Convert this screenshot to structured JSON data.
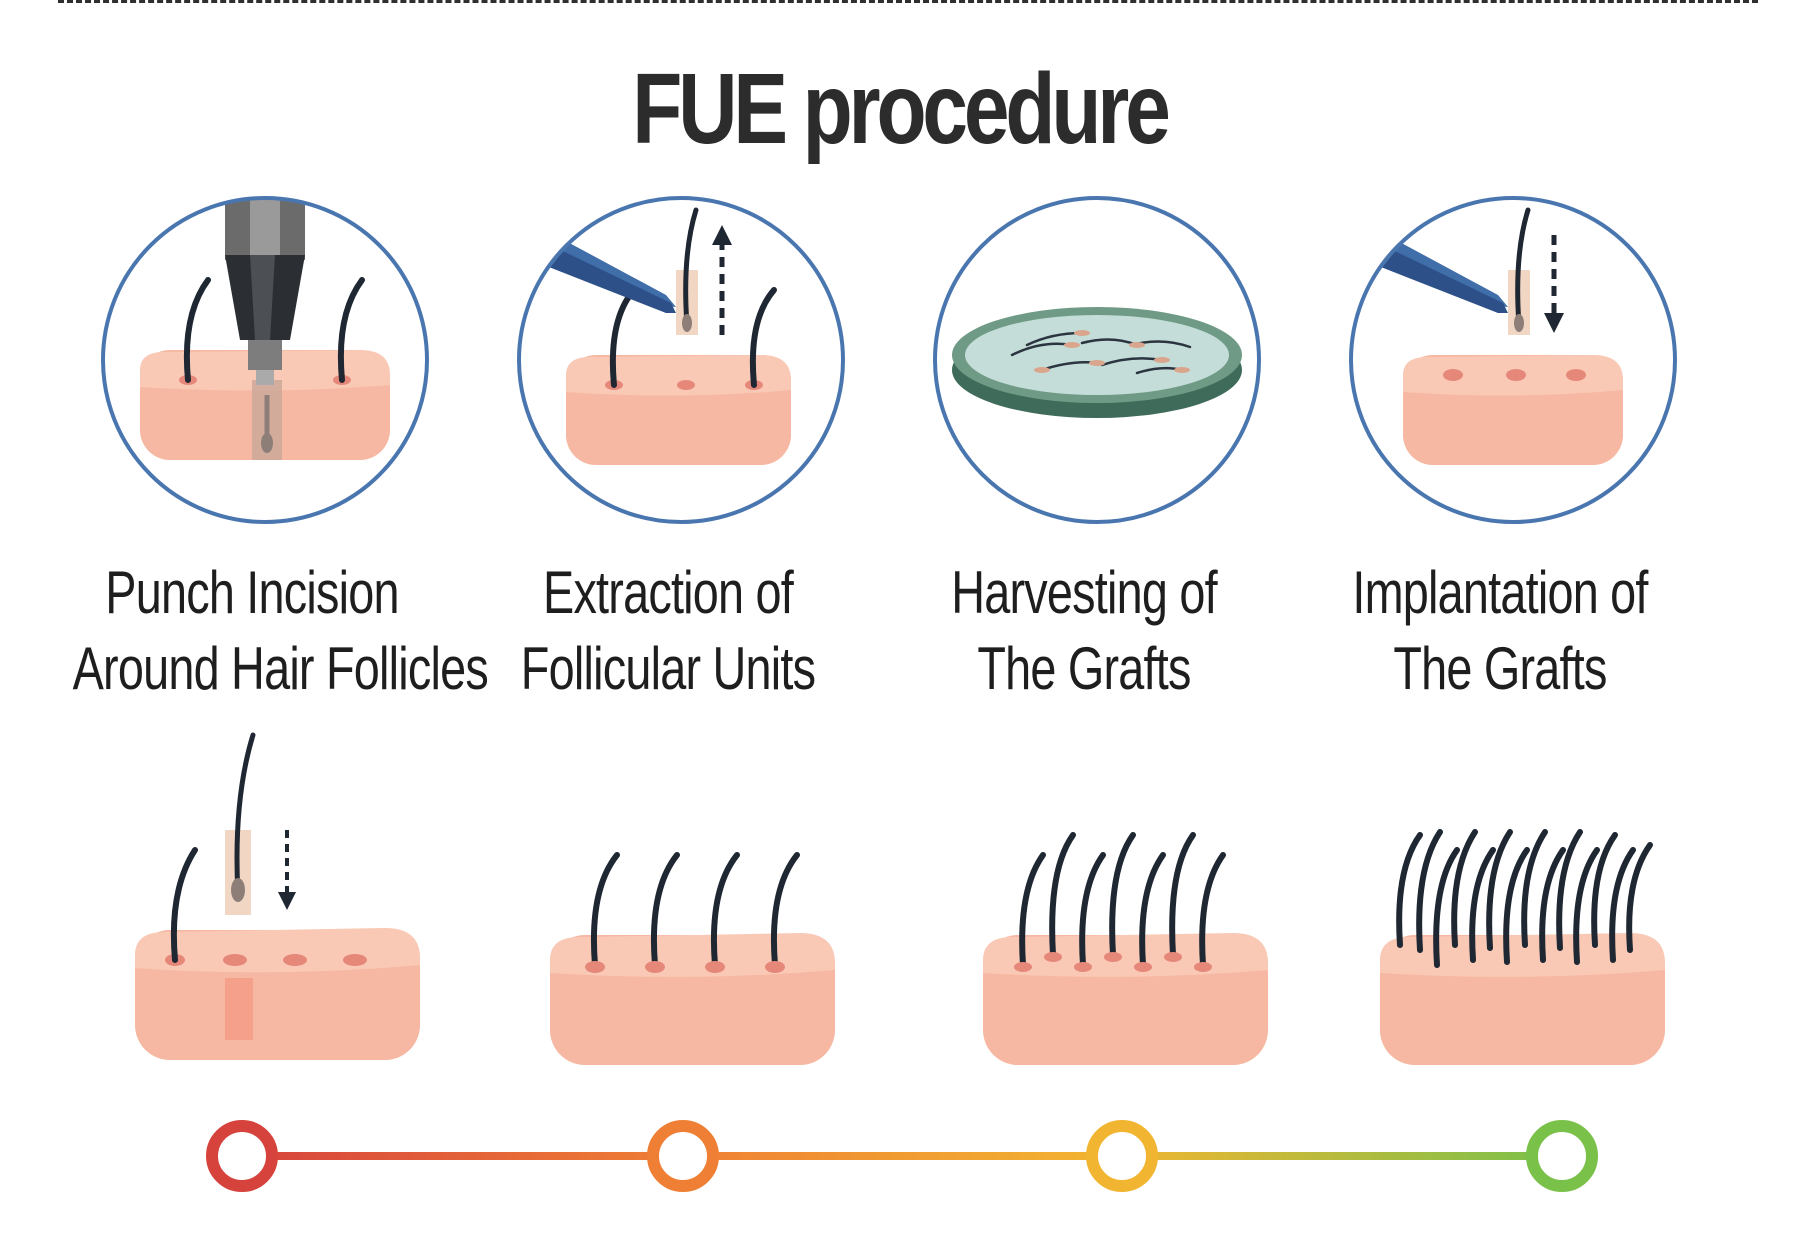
{
  "title": "FUE procedure",
  "steps": [
    {
      "line1": "Punch Incision",
      "line2": "Around Hair Follicles",
      "icon": "punch-tool-icon"
    },
    {
      "line1": "Extraction of",
      "line2": "Follicular Units",
      "icon": "tweezers-extraction-icon"
    },
    {
      "line1": "Harvesting of",
      "line2": "The Grafts",
      "icon": "petri-dish-icon"
    },
    {
      "line1": "Implantation of",
      "line2": "The Grafts",
      "icon": "tweezers-implant-icon"
    }
  ],
  "colors": {
    "circle_stroke": "#4a76b0",
    "skin": "#f6b8a2",
    "skin_top": "#f9c9b5",
    "follicle": "#e5887a",
    "hair": "#1f2733",
    "tweezers": "#3f6ea8",
    "timeline": [
      "#d6433d",
      "#ef7f34",
      "#f2b531",
      "#7ac14a"
    ]
  }
}
